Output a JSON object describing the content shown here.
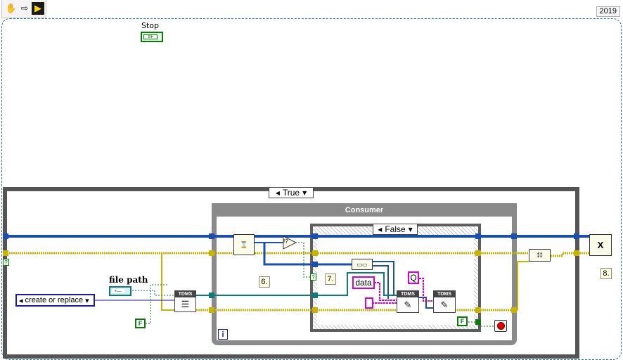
{
  "toolbar": {
    "buttons": [
      {
        "name": "run-continuously-icon",
        "glyph": "✋"
      },
      {
        "name": "run-arrow-icon",
        "glyph": "⇨"
      },
      {
        "name": "highlight-execution-icon",
        "glyph": "▶"
      }
    ],
    "version": "2019"
  },
  "diagram": {
    "stop_label": "Stop",
    "stop_const": "TF",
    "outer_case_selector": "True",
    "loop_title": "Consumer",
    "inner_case_selector": "False",
    "file_path_label": "file path",
    "operation_enum": "create or replace",
    "tdms_label": "TDMS",
    "false_const": "F",
    "data_const": "data",
    "q_const": "Q",
    "comments": [
      "6.",
      "7.",
      "8."
    ],
    "iteration": "i",
    "unknown_marker": "?",
    "dequeue_icon": "⌛",
    "compare_icon": "!?",
    "close_queue_icon": "X"
  },
  "colors": {
    "error_wire": "#c8b400",
    "queue_wire": "#1a4fb0",
    "refnum_wire": "#0e7a7a",
    "string_wire": "#d400d4",
    "boolean_wire": "#0b7a0b",
    "case_border": "#555555",
    "loop_border": "#8a8a8a"
  }
}
